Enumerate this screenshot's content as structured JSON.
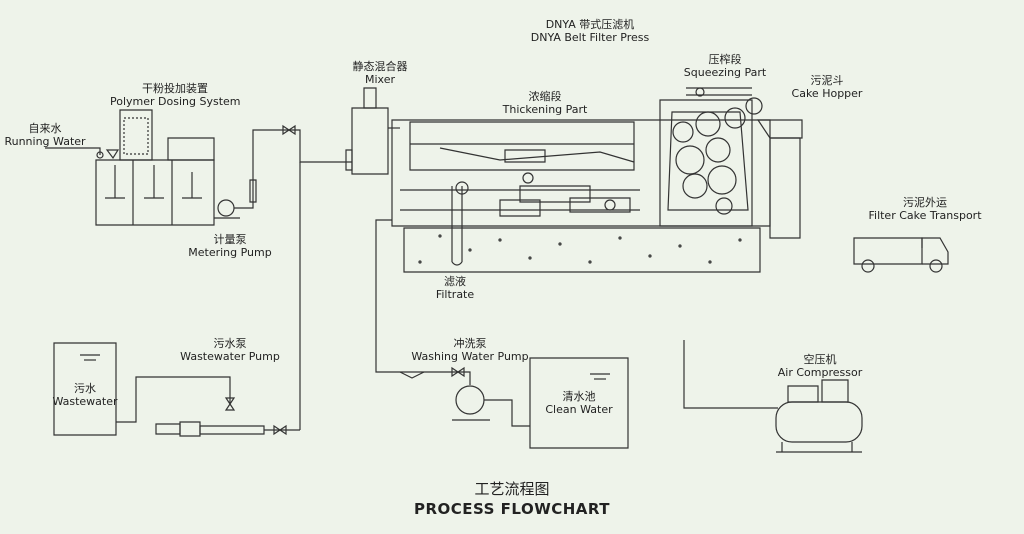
{
  "diagram": {
    "title_cn": "工艺流程图",
    "title_en": "PROCESS FLOWCHART",
    "machine": {
      "cn": "DNYA 带式压滤机",
      "en": "DNYA Belt Filter Press"
    },
    "components": {
      "running_water": {
        "cn": "自来水",
        "en": "Running Water"
      },
      "polymer_dosing": {
        "cn": "干粉投加装置",
        "en": "Polymer Dosing System"
      },
      "metering_pump": {
        "cn": "计量泵",
        "en": "Metering Pump"
      },
      "mixer": {
        "cn": "静态混合器",
        "en": "Mixer"
      },
      "thickening": {
        "cn": "浓缩段",
        "en": "Thickening Part"
      },
      "squeezing": {
        "cn": "压榨段",
        "en": "Squeezing Part"
      },
      "cake_hopper": {
        "cn": "污泥斗",
        "en": "Cake Hopper"
      },
      "cake_transport": {
        "cn": "污泥外运",
        "en": "Filter Cake Transport"
      },
      "filtrate": {
        "cn": "滤液",
        "en": "Filtrate"
      },
      "wastewater_tank": {
        "cn": "污水",
        "en": "Wastewater"
      },
      "wastewater_pump": {
        "cn": "污水泵",
        "en": "Wastewater Pump"
      },
      "washing_pump": {
        "cn": "冲洗泵",
        "en": "Washing Water Pump"
      },
      "clean_water": {
        "cn": "清水池",
        "en": "Clean Water"
      },
      "air_compressor": {
        "cn": "空压机",
        "en": "Air Compressor"
      }
    }
  }
}
